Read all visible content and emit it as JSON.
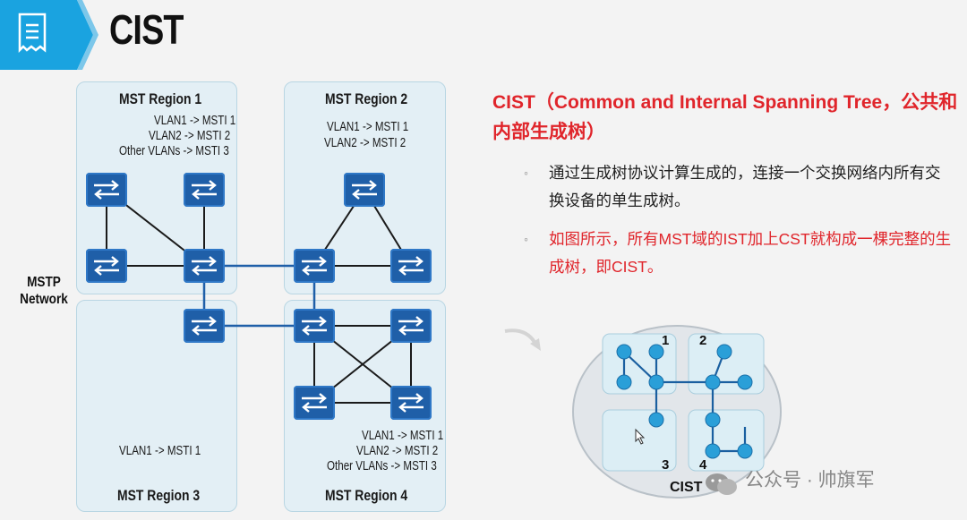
{
  "header": {
    "title": "CIST",
    "icon": "document-icon",
    "accent": "#1aa3e0"
  },
  "diagram": {
    "side_label_1": "MSTP",
    "side_label_2": "Network",
    "regions": [
      {
        "name": "MST Region 1",
        "map": [
          "VLAN1 -> MSTI 1",
          "VLAN2 -> MSTI 2",
          "Other VLANs -> MSTI 3"
        ]
      },
      {
        "name": "MST Region 2",
        "map": [
          "VLAN1 -> MSTI 1",
          "VLAN2 -> MSTI 2"
        ]
      },
      {
        "name": "MST Region 3",
        "map": [
          "VLAN1 -> MSTI 1"
        ]
      },
      {
        "name": "MST Region 4",
        "map": [
          "VLAN1 -> MSTI 1",
          "VLAN2 -> MSTI 2",
          "Other VLANs -> MSTI 3"
        ]
      }
    ],
    "switch_icon": "switch-icon",
    "switch_color": "#1f5fa8",
    "link_color": "#1f5fa8"
  },
  "content": {
    "heading": "CIST（Common and Internal Spanning Tree，公共和内部生成树）",
    "bullet1": "通过生成树协议计算生成的，连接一个交换网络内所有交换设备的单生成树。",
    "bullet2_a": "如图所示，所有MST域的IST加上CST就构成一棵完整的生成树，即CIST。",
    "bullet_marker": "◦",
    "accent": "#e0252b"
  },
  "cist_figure": {
    "labels": [
      "1",
      "2",
      "3",
      "4"
    ],
    "caption": "CIST",
    "node_color": "#2a9fd8"
  },
  "watermark": "公众号 · 帅旗军"
}
